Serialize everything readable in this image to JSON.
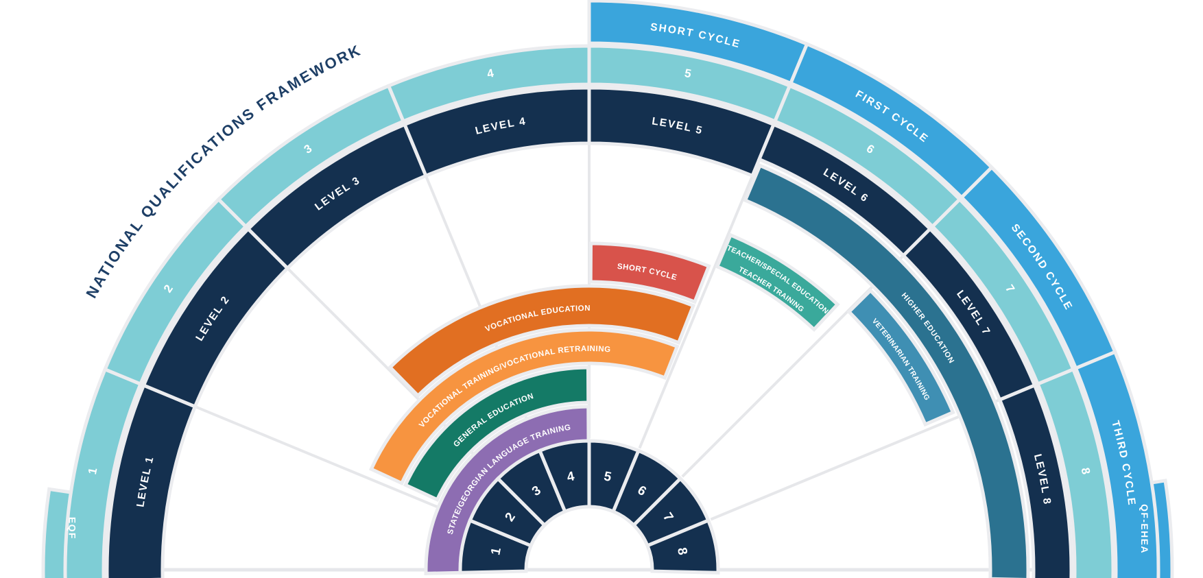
{
  "title": "NATIONAL QUALIFICATIONS FRAMEWORK",
  "colors": {
    "level_ring": "#14304f",
    "inner_ring": "#14304f",
    "eqf_ring": "#7ecdd5",
    "cycles_ring": "#3aa5dc",
    "title_text": "#1e3f66",
    "short_cycle_program": "#d8534b",
    "vocational_education": "#e16f22",
    "vocational_training": "#f79440",
    "general_education": "#147a66",
    "state_georgian_language_training": "#8d6db2",
    "teacher_training": "#3aa99b",
    "veterinarian_training": "#3f8fb3",
    "higher_education": "#2b7290"
  },
  "eqf_ring": {
    "tab_label": "EQF",
    "numbers": [
      "1",
      "2",
      "3",
      "4",
      "5",
      "6",
      "7",
      "8"
    ]
  },
  "levels_ring": {
    "labels": [
      "LEVEL 1",
      "LEVEL 2",
      "LEVEL 3",
      "LEVEL 4",
      "LEVEL 5",
      "LEVEL 6",
      "LEVEL 7",
      "LEVEL 8"
    ]
  },
  "cycles_ring": {
    "tab_label": "QF-EHEA",
    "segments": [
      {
        "segment": 5,
        "label": "SHORT CYCLE"
      },
      {
        "segment": 6,
        "label": "FIRST CYCLE"
      },
      {
        "segment": 7,
        "label": "SECOND CYCLE"
      },
      {
        "segment": 8,
        "label": "THIRD CYCLE"
      }
    ]
  },
  "inner_ring": {
    "numbers": [
      "1",
      "2",
      "3",
      "4",
      "5",
      "6",
      "7",
      "8"
    ]
  },
  "programs": [
    {
      "id": "state-georgian-language-training",
      "label": "STATE/GEORGIAN LANGUAGE TRAINING",
      "color": "state_georgian_language_training"
    },
    {
      "id": "general-education",
      "label": "GENERAL EDUCATION",
      "color": "general_education"
    },
    {
      "id": "vocational-training",
      "label": "VOCATIONAL TRAINING/VOCATIONAL RETRAINING",
      "color": "vocational_training"
    },
    {
      "id": "vocational-education",
      "label": "VOCATIONAL EDUCATION",
      "color": "vocational_education"
    },
    {
      "id": "short-cycle-program",
      "label": "SHORT CYCLE",
      "color": "short_cycle_program"
    },
    {
      "id": "teacher-training",
      "label": "TEACHER/SPECIAL EDUCATION",
      "label2": "TEACHER TRAINING",
      "color": "teacher_training"
    },
    {
      "id": "veterinarian-training",
      "label": "VETERINARIAN TRAINING",
      "color": "veterinarian_training"
    },
    {
      "id": "higher-education",
      "label": "HIGHER EDUCATION",
      "color": "higher_education"
    }
  ]
}
